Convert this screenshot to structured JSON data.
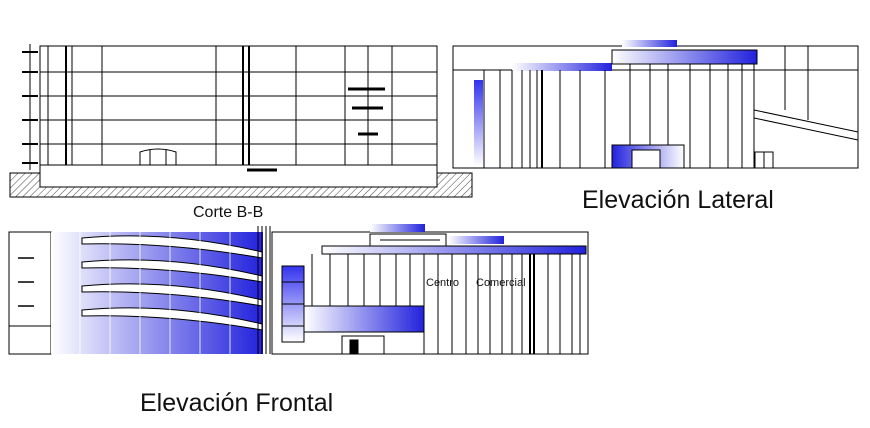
{
  "drawing": {
    "section_title": "Corte B-B",
    "side_elevation_title": "Elevación Lateral",
    "front_elevation_title": "Elevación Frontal",
    "building_label_1": "Centro",
    "building_label_2": "Comercial"
  },
  "colors": {
    "line": "#000000",
    "blue_dark": "#2020e0",
    "blue_light": "#ffffff",
    "hatch": "#555555"
  }
}
